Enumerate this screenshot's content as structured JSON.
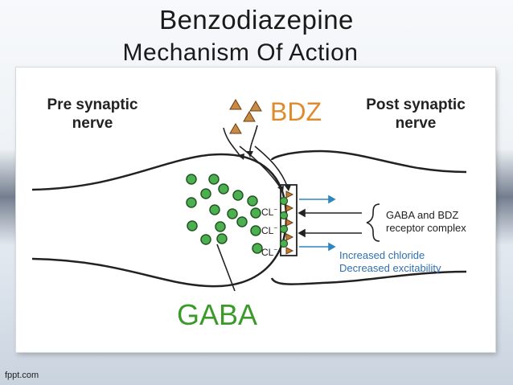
{
  "slide": {
    "title_line1": "Benzodiazepine",
    "title_line2": "Mechanism Of Action",
    "footer": "fppt.com"
  },
  "diagram": {
    "pre_label_1": "Pre synaptic",
    "pre_label_2": "nerve",
    "post_label_1": "Post synaptic",
    "post_label_2": "nerve",
    "bdz_label": "BDZ",
    "gaba_label": "GABA",
    "cl_labels": [
      "CL",
      "CL",
      "CL"
    ],
    "cl_superscript": "−",
    "receptor_label_1": "GABA and BDZ",
    "receptor_label_2": "receptor complex",
    "effect_label_1": "Increased chloride",
    "effect_label_2": "Decreased excitability",
    "colors": {
      "bdz": "#e08a2e",
      "bdz_triangle": "#b97a3e",
      "gaba_green": "#4caf50",
      "gaba_text": "#3a9b2a",
      "arrow_blue": "#2e86c1",
      "effect_blue": "#2f6fb0",
      "line": "#222222"
    }
  }
}
